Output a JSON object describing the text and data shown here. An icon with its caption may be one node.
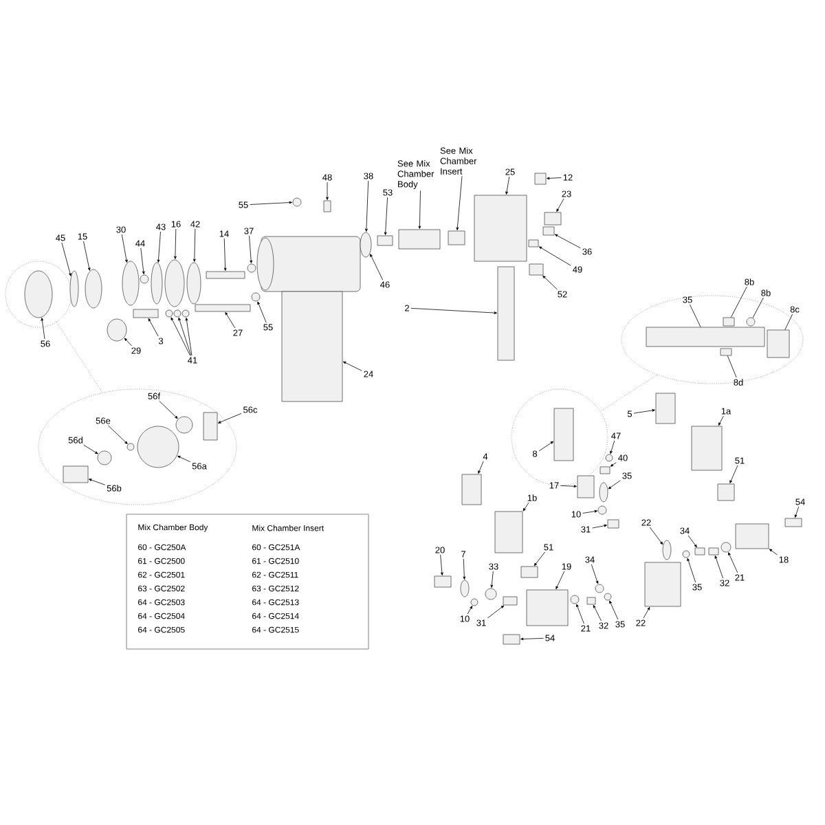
{
  "diagram": {
    "nodes": [
      {
        "text": [],
        "shape": "circle"
      },
      {
        "text": [],
        "shape": "ellipse"
      },
      {
        "text": [],
        "shape": "ellipse"
      },
      {
        "text": [],
        "shape": "circle"
      },
      {
        "text": [
          "55"
        ]
      },
      {
        "text": [
          "48"
        ]
      },
      {
        "text": [
          "38"
        ]
      },
      {
        "text": [
          "53"
        ]
      },
      {
        "text": [
          "See Mix Chamber Body"
        ]
      },
      {
        "text": [
          "See Mix Chamber Insert"
        ]
      },
      {
        "text": [
          "25"
        ]
      },
      {
        "text": [
          "12"
        ]
      },
      {
        "text": [
          "23"
        ]
      },
      {
        "text": [
          "36"
        ]
      },
      {
        "text": [
          "49"
        ]
      },
      {
        "text": [
          "52"
        ]
      },
      {
        "text": [
          "2"
        ]
      },
      {
        "text": [
          "45"
        ]
      },
      {
        "text": [
          "15"
        ]
      },
      {
        "text": [
          "30"
        ]
      },
      {
        "text": [
          "44"
        ]
      },
      {
        "text": [
          "43"
        ]
      },
      {
        "text": [
          "16"
        ]
      },
      {
        "text": [
          "42"
        ]
      },
      {
        "text": [
          "14"
        ]
      },
      {
        "text": [
          "37"
        ]
      },
      {
        "text": [
          "46"
        ]
      },
      {
        "text": [
          "56"
        ]
      },
      {
        "text": [
          "29"
        ]
      },
      {
        "text": [
          "3"
        ]
      },
      {
        "text": [
          "41"
        ]
      },
      {
        "text": [
          "27"
        ]
      },
      {
        "text": [
          "55"
        ]
      },
      {
        "text": [
          "24"
        ]
      },
      {
        "text": [
          "56f"
        ],
        "in": 1
      },
      {
        "text": [
          "56c"
        ]
      },
      {
        "text": [
          "56e"
        ],
        "in": 1
      },
      {
        "text": [
          "56d"
        ],
        "in": 1
      },
      {
        "text": [
          "56a"
        ],
        "in": 1
      },
      {
        "text": [
          "56b"
        ],
        "in": 1
      },
      {
        "text": [
          "35"
        ],
        "in": 2
      },
      {
        "text": [
          "8b"
        ]
      },
      {
        "text": [
          "8b"
        ]
      },
      {
        "text": [
          "8c"
        ]
      },
      {
        "text": [
          "8d"
        ]
      },
      {
        "text": [
          "5"
        ]
      },
      {
        "text": [
          "1a"
        ]
      },
      {
        "text": [
          "4"
        ]
      },
      {
        "text": [
          "8"
        ],
        "in": 3
      },
      {
        "text": [
          "47"
        ]
      },
      {
        "text": [
          "40"
        ]
      },
      {
        "text": [
          "17"
        ]
      },
      {
        "text": [
          "35"
        ]
      },
      {
        "text": [
          "1b"
        ]
      },
      {
        "text": [
          "51"
        ]
      },
      {
        "text": [
          "54"
        ]
      },
      {
        "text": [
          "10"
        ]
      },
      {
        "text": [
          "31"
        ]
      },
      {
        "text": [
          "22"
        ]
      },
      {
        "text": [
          "34"
        ]
      },
      {
        "text": [
          "18"
        ]
      },
      {
        "text": [
          "21"
        ]
      },
      {
        "text": [
          "32"
        ]
      },
      {
        "text": [
          "35"
        ]
      },
      {
        "text": [
          "20"
        ]
      },
      {
        "text": [
          "7"
        ]
      },
      {
        "text": [
          "33"
        ]
      },
      {
        "text": [
          "51"
        ]
      },
      {
        "text": [
          "19"
        ]
      },
      {
        "text": [
          "34"
        ]
      },
      {
        "text": [
          "10"
        ]
      },
      {
        "text": [
          "31"
        ]
      },
      {
        "text": [
          "21"
        ]
      },
      {
        "text": [
          "32"
        ]
      },
      {
        "text": [
          "35"
        ]
      },
      {
        "text": [
          "22"
        ]
      },
      {
        "text": [
          "54"
        ]
      },
      {
        "text": [],
        "shape": "circle"
      },
      {
        "text": [],
        "shape": "box"
      },
      {
        "text": [],
        "shape": "ellipse"
      },
      {
        "text": [],
        "shape": "box"
      },
      {
        "text": [],
        "shape": "box"
      },
      {
        "text": [],
        "shape": "box"
      },
      {
        "text": [],
        "shape": "box"
      },
      {
        "text": [],
        "shape": "box"
      },
      {
        "text": [],
        "shape": "box"
      },
      {
        "text": [],
        "shape": "box"
      },
      {
        "text": [],
        "shape": "box"
      },
      {
        "text": [],
        "shape": "box"
      },
      {
        "text": [],
        "shape": "box"
      },
      {
        "text": [],
        "shape": "ellipse"
      },
      {
        "text": [],
        "shape": "ellipse"
      },
      {
        "text": [],
        "shape": "ellipse"
      },
      {
        "text": [],
        "shape": "circle"
      },
      {
        "text": [],
        "shape": "ellipse"
      },
      {
        "text": [],
        "shape": "ellipse"
      },
      {
        "text": [],
        "shape": "ellipse"
      },
      {
        "text": [],
        "shape": "box"
      },
      {
        "text": [],
        "shape": "circle"
      },
      {
        "text": [],
        "shape": "ellipse",
        "in": 0
      },
      {
        "text": [],
        "shape": "ellipse"
      },
      {
        "text": [],
        "shape": "box"
      },
      {
        "text": [],
        "shape": "circle"
      },
      {
        "text": [],
        "shape": "circle"
      },
      {
        "text": [],
        "shape": "circle"
      },
      {
        "text": [],
        "shape": "box"
      },
      {
        "text": [],
        "shape": "circle"
      },
      {
        "text": [],
        "shape": "box"
      },
      {
        "text": [],
        "shape": "circle",
        "in": 1
      },
      {
        "text": [],
        "shape": "box",
        "in": 1
      },
      {
        "text": [],
        "shape": "circle",
        "in": 1
      },
      {
        "text": [],
        "shape": "circle",
        "in": 1
      },
      {
        "text": [],
        "shape": "circle",
        "in": 1
      },
      {
        "text": [],
        "shape": "box",
        "in": 1
      },
      {
        "text": [],
        "shape": "box",
        "in": 2
      },
      {
        "text": [],
        "shape": "box",
        "in": 2
      },
      {
        "text": [],
        "shape": "circle",
        "in": 2
      },
      {
        "text": [],
        "shape": "box",
        "in": 2
      },
      {
        "text": [],
        "shape": "box",
        "in": 2
      },
      {
        "text": [],
        "shape": "box"
      },
      {
        "text": [],
        "shape": "box"
      },
      {
        "text": [],
        "shape": "box"
      },
      {
        "text": [],
        "shape": "box",
        "in": 3
      },
      {
        "text": [],
        "shape": "circle"
      },
      {
        "text": [],
        "shape": "box"
      },
      {
        "text": [],
        "shape": "box"
      },
      {
        "text": [],
        "shape": "ellipse"
      },
      {
        "text": [],
        "shape": "box"
      },
      {
        "text": [],
        "shape": "box"
      },
      {
        "text": [],
        "shape": "box"
      },
      {
        "text": [],
        "shape": "circle"
      },
      {
        "text": [],
        "shape": "box"
      },
      {
        "text": [],
        "shape": "ellipse"
      },
      {
        "text": [],
        "shape": "box"
      },
      {
        "text": [],
        "shape": "box"
      },
      {
        "text": [],
        "shape": "circle"
      },
      {
        "text": [],
        "shape": "box"
      },
      {
        "text": [],
        "shape": "circle"
      },
      {
        "text": [],
        "shape": "box"
      },
      {
        "text": [],
        "shape": "ellipse"
      },
      {
        "text": [],
        "shape": "circle"
      },
      {
        "text": [],
        "shape": "box"
      },
      {
        "text": [],
        "shape": "box"
      },
      {
        "text": [],
        "shape": "circle"
      },
      {
        "text": [],
        "shape": "circle"
      },
      {
        "text": [],
        "shape": "box"
      },
      {
        "text": [],
        "shape": "circle"
      },
      {
        "text": [],
        "shape": "box"
      },
      {
        "text": [],
        "shape": "circle"
      },
      {
        "text": [],
        "shape": "box"
      },
      {
        "text": [],
        "shape": "box"
      }
    ],
    "edges": [
      {
        "from": 4,
        "to": 77,
        "arrow": "to"
      },
      {
        "from": 5,
        "to": 78,
        "arrow": "to"
      },
      {
        "from": 6,
        "to": 79,
        "arrow": "to"
      },
      {
        "from": 7,
        "to": 80,
        "arrow": "to"
      },
      {
        "from": 8,
        "to": 81,
        "arrow": "to"
      },
      {
        "from": 9,
        "to": 82,
        "arrow": "to"
      },
      {
        "from": 10,
        "to": 83,
        "arrow": "to"
      },
      {
        "from": 11,
        "to": 84,
        "arrow": "to"
      },
      {
        "from": 12,
        "to": 85,
        "arrow": "to"
      },
      {
        "from": 13,
        "to": 86,
        "arrow": "to"
      },
      {
        "from": 14,
        "to": 87,
        "arrow": "to"
      },
      {
        "from": 15,
        "to": 88,
        "arrow": "to"
      },
      {
        "from": 16,
        "to": 89,
        "arrow": "to"
      },
      {
        "from": 17,
        "to": 90,
        "arrow": "to"
      },
      {
        "from": 18,
        "to": 91,
        "arrow": "to"
      },
      {
        "from": 19,
        "to": 92,
        "arrow": "to"
      },
      {
        "from": 20,
        "to": 93,
        "arrow": "to"
      },
      {
        "from": 21,
        "to": 94,
        "arrow": "to"
      },
      {
        "from": 22,
        "to": 95,
        "arrow": "to"
      },
      {
        "from": 23,
        "to": 96,
        "arrow": "to"
      },
      {
        "from": 24,
        "to": 97,
        "arrow": "to"
      },
      {
        "from": 25,
        "to": 98,
        "arrow": "to"
      },
      {
        "from": 26,
        "to": 79,
        "arrow": "to"
      },
      {
        "from": 27,
        "to": 99,
        "arrow": "to"
      },
      {
        "from": 28,
        "to": 100,
        "arrow": "to"
      },
      {
        "from": 29,
        "to": 101,
        "arrow": "to"
      },
      {
        "from": 30,
        "to": 102,
        "arrow": "to"
      },
      {
        "from": 30,
        "to": 103,
        "arrow": "to"
      },
      {
        "from": 30,
        "to": 104,
        "arrow": "to"
      },
      {
        "from": 31,
        "to": 105,
        "arrow": "to"
      },
      {
        "from": 32,
        "to": 106,
        "arrow": "to"
      },
      {
        "from": 33,
        "to": 107,
        "arrow": "to"
      },
      {
        "from": 34,
        "to": 108,
        "arrow": "to"
      },
      {
        "from": 35,
        "to": 109,
        "arrow": "to"
      },
      {
        "from": 36,
        "to": 110,
        "arrow": "to"
      },
      {
        "from": 37,
        "to": 111,
        "arrow": "to"
      },
      {
        "from": 38,
        "to": 112,
        "arrow": "to"
      },
      {
        "from": 39,
        "to": 113,
        "arrow": "to"
      },
      {
        "from": 40,
        "to": 114,
        "arrow": "none"
      },
      {
        "from": 41,
        "to": 115,
        "arrow": "none"
      },
      {
        "from": 42,
        "to": 116,
        "arrow": "none"
      },
      {
        "from": 43,
        "to": 117,
        "arrow": "none"
      },
      {
        "from": 44,
        "to": 118,
        "arrow": "none"
      },
      {
        "from": 45,
        "to": 119,
        "arrow": "to"
      },
      {
        "from": 46,
        "to": 120,
        "arrow": "to"
      },
      {
        "from": 47,
        "to": 121,
        "arrow": "to"
      },
      {
        "from": 48,
        "to": 122,
        "arrow": "to"
      },
      {
        "from": 49,
        "to": 123,
        "arrow": "to"
      },
      {
        "from": 50,
        "to": 124,
        "arrow": "to"
      },
      {
        "from": 51,
        "to": 125,
        "arrow": "to"
      },
      {
        "from": 52,
        "to": 126,
        "arrow": "to"
      },
      {
        "from": 53,
        "to": 127,
        "arrow": "to"
      },
      {
        "from": 54,
        "to": 128,
        "arrow": "to"
      },
      {
        "from": 55,
        "to": 129,
        "arrow": "to"
      },
      {
        "from": 56,
        "to": 130,
        "arrow": "to"
      },
      {
        "from": 57,
        "to": 131,
        "arrow": "to"
      },
      {
        "from": 58,
        "to": 132,
        "arrow": "to"
      },
      {
        "from": 59,
        "to": 133,
        "arrow": "to"
      },
      {
        "from": 60,
        "to": 134,
        "arrow": "to"
      },
      {
        "from": 61,
        "to": 135,
        "arrow": "to"
      },
      {
        "from": 62,
        "to": 136,
        "arrow": "to"
      },
      {
        "from": 63,
        "to": 137,
        "arrow": "to"
      },
      {
        "from": 64,
        "to": 138,
        "arrow": "to"
      },
      {
        "from": 65,
        "to": 139,
        "arrow": "to"
      },
      {
        "from": 66,
        "to": 140,
        "arrow": "to"
      },
      {
        "from": 67,
        "to": 141,
        "arrow": "to"
      },
      {
        "from": 68,
        "to": 142,
        "arrow": "to"
      },
      {
        "from": 69,
        "to": 143,
        "arrow": "to"
      },
      {
        "from": 70,
        "to": 144,
        "arrow": "to"
      },
      {
        "from": 71,
        "to": 145,
        "arrow": "to"
      },
      {
        "from": 72,
        "to": 146,
        "arrow": "to"
      },
      {
        "from": 73,
        "to": 147,
        "arrow": "to"
      },
      {
        "from": 74,
        "to": 148,
        "arrow": "to"
      },
      {
        "from": 75,
        "to": 149,
        "arrow": "to"
      },
      {
        "from": 76,
        "to": 150,
        "arrow": "to"
      },
      {
        "from": 0,
        "to": 1,
        "arrow": "none",
        "style": "dashed",
        "color": "#737373"
      },
      {
        "from": 2,
        "to": 3,
        "arrow": "none",
        "style": "dashed",
        "color": "#737373"
      }
    ],
    "labels": [
      "Mix Chamber Body",
      "Mix Chamber Insert",
      "60 - GC250A",
      "60 - GC251A",
      "61 - GC2500",
      "61 - GC2510",
      "62 - GC2501",
      "62 - GC2511",
      "63 - GC2502",
      "63 - GC2512",
      "64 - GC2503",
      "64 - GC2513",
      "64 - GC2504",
      "64 - GC2514",
      "64 - GC2505",
      "64 - GC2515"
    ]
  }
}
